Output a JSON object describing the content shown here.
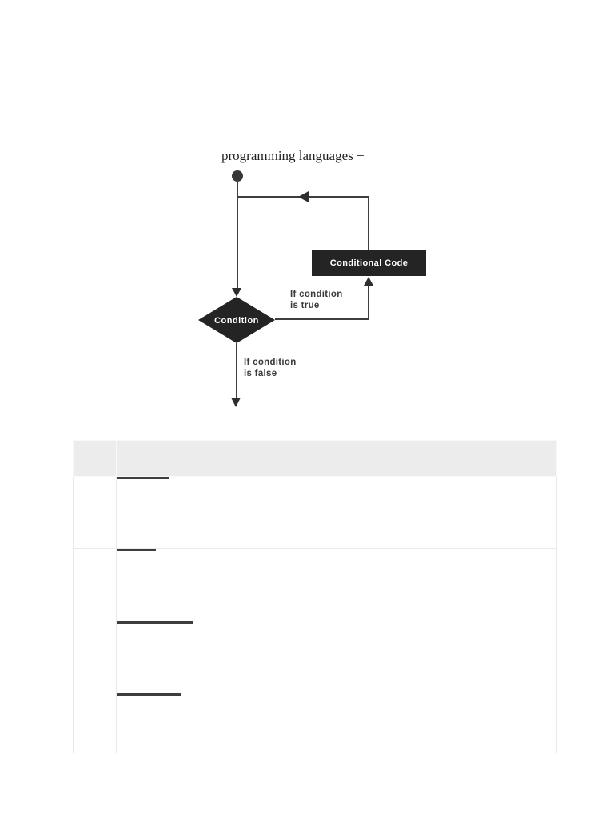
{
  "intro": {
    "text": "programming languages −"
  },
  "flowchart": {
    "start_node": "start",
    "box_label": "Conditional Code",
    "condition_label": "Condition",
    "true_label": "If condition\nis true",
    "false_label": "If condition\nis false",
    "colors": {
      "shape_fill": "#242424",
      "line": "#3f3f3f",
      "label_text": "#3a3a3a",
      "shape_text": "#ffffff"
    }
  },
  "table": {
    "header": {
      "col1": "",
      "col2": ""
    },
    "header_background": "#ececec",
    "rows": [
      {
        "link_text": "",
        "underline_width": 65
      },
      {
        "link_text": "",
        "underline_width": 49
      },
      {
        "link_text": "",
        "underline_width": 95
      },
      {
        "link_text": "",
        "underline_width": 80
      }
    ]
  }
}
